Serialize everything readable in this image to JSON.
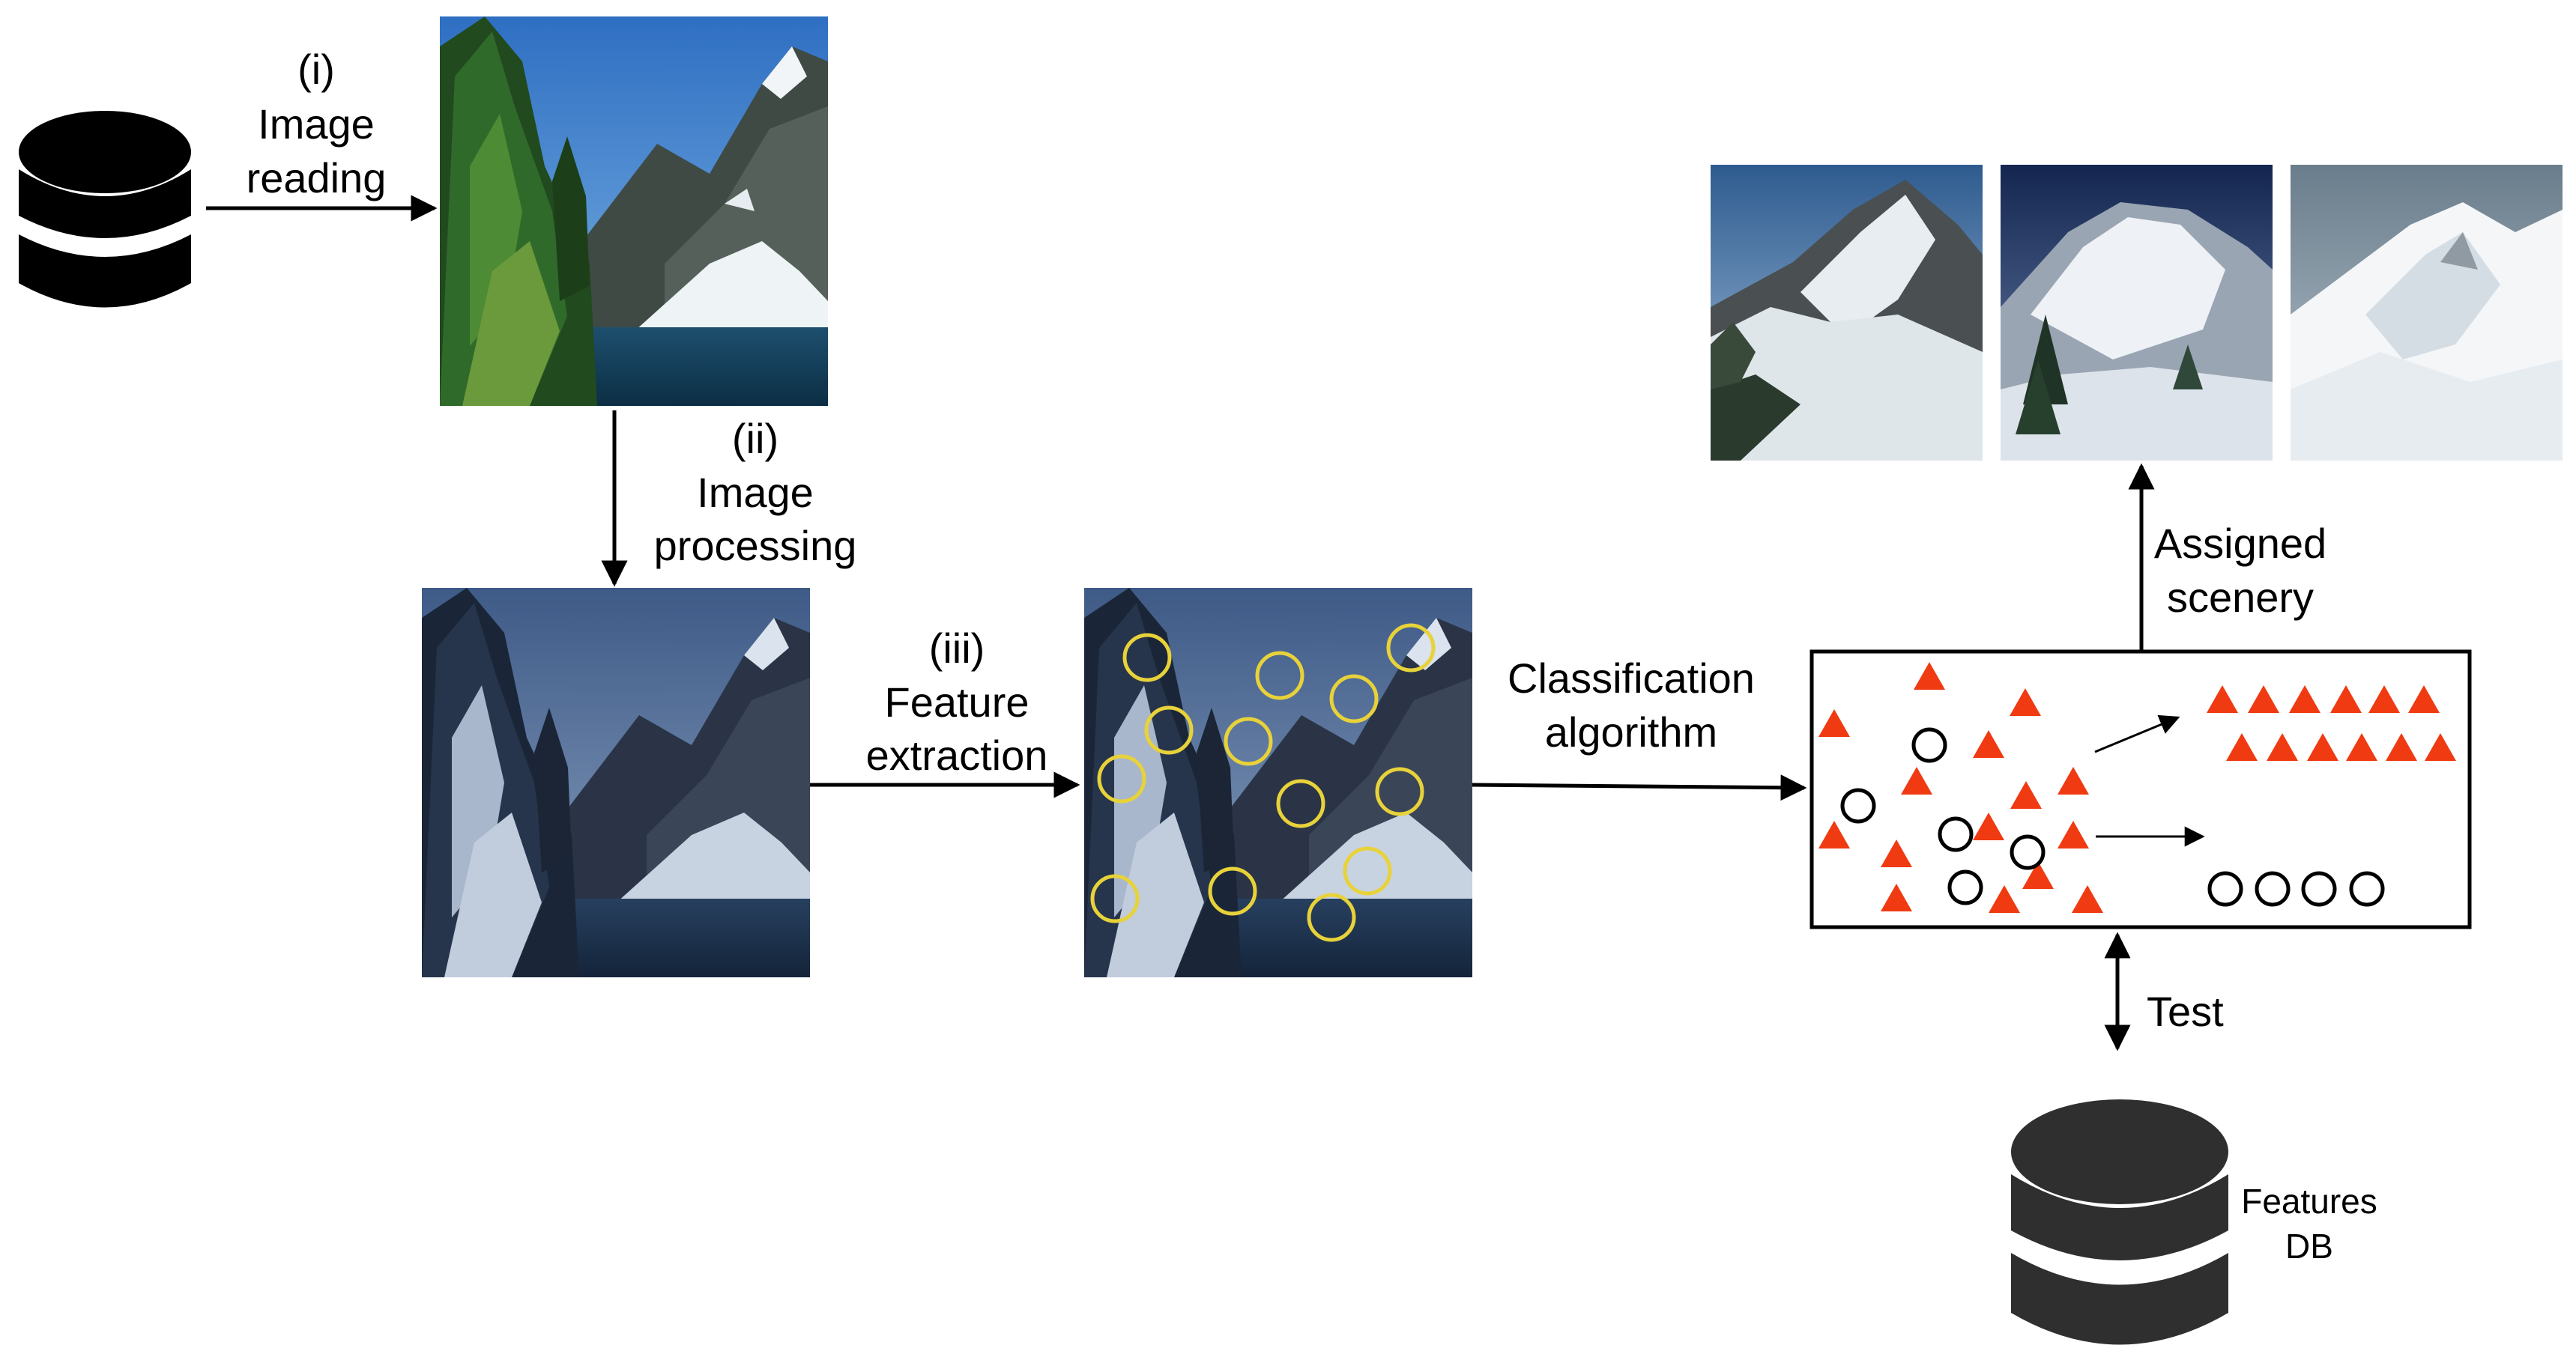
{
  "steps": {
    "reading": {
      "num": "(i)",
      "line1": "Image",
      "line2": "reading"
    },
    "processing": {
      "num": "(ii)",
      "line1": "Image",
      "line2": "processing"
    },
    "extraction": {
      "num": "(iii)",
      "line1": "Feature",
      "line2": "extraction"
    }
  },
  "classification": {
    "line1": "Classification",
    "line2": "algorithm"
  },
  "assigned": {
    "line1": "Assigned",
    "line2": "scenery"
  },
  "test": {
    "label": "Test"
  },
  "features_db": {
    "line1": "Features",
    "line2": "DB"
  },
  "icons": {
    "source": "database-icon",
    "features": "database-icon"
  },
  "colors": {
    "triangle": "#F03A12",
    "feature_circle": "#E8D23A",
    "stroke": "#000000"
  }
}
